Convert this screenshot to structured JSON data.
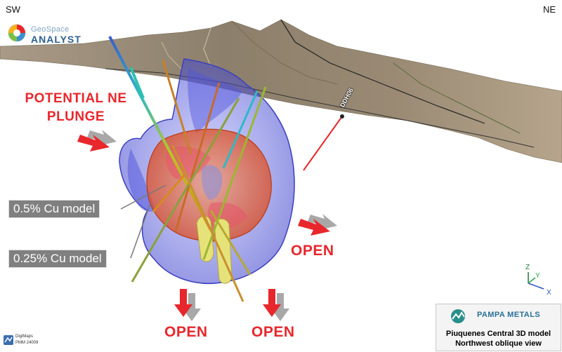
{
  "orientation": {
    "left": "SW",
    "right": "NE"
  },
  "logo": {
    "line1": "GeoSpace",
    "line2": "ANALYST"
  },
  "annotations": {
    "plunge": "POTENTIAL NE PLUNGE",
    "model_05": "0.5% Cu model",
    "model_025": "0.25% Cu model",
    "open_right": "OPEN",
    "open_bottom_1": "OPEN",
    "open_bottom_2": "OPEN",
    "drillhole": "DDH06"
  },
  "axes_triad": {
    "z": "Z",
    "y": "Y",
    "x": "X"
  },
  "branding": {
    "company": "PAMPA METALS",
    "title_line1": "Piuquenes Central 3D model",
    "title_line2": "Northwest oblique view"
  },
  "credit": {
    "line1": "DigiMaps",
    "line2": "PMM 24009"
  },
  "colors": {
    "annotation_red": "#e8272c",
    "shell_025": "#4a4fd6",
    "shell_05": "#e25a2a",
    "core_yellow": "#e6e27a",
    "label_box": "#808080"
  }
}
